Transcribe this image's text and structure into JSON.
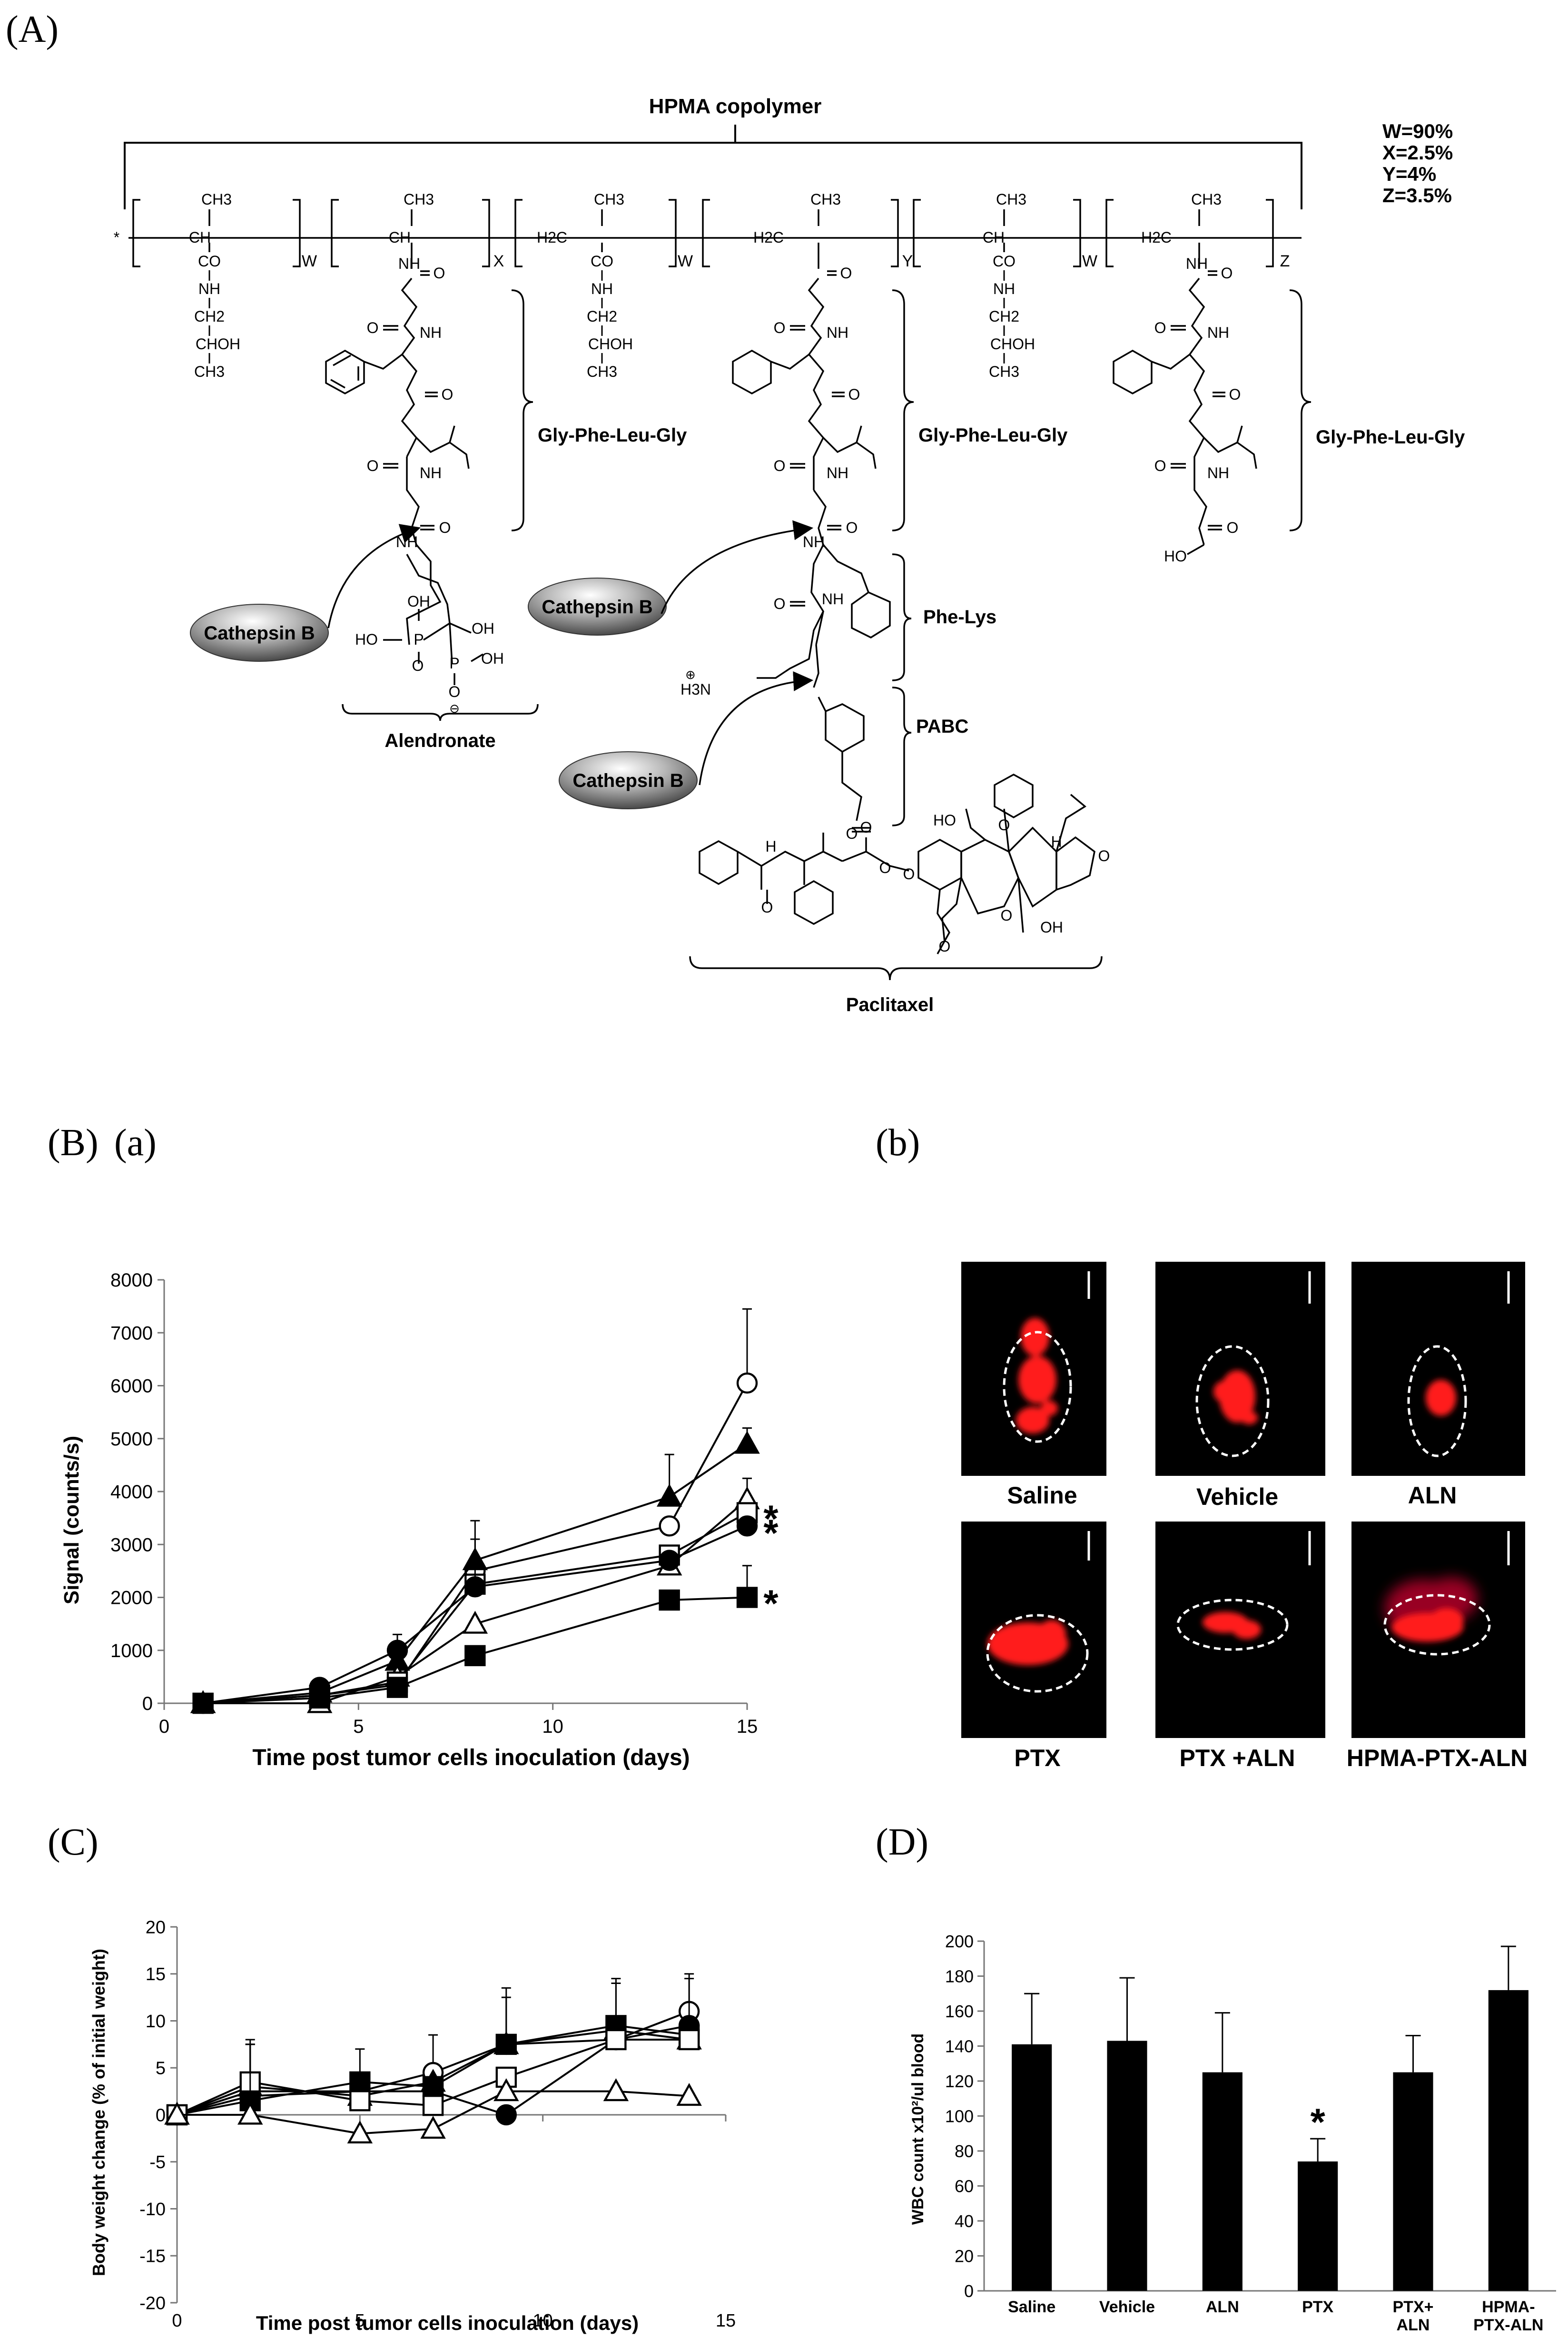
{
  "panels": {
    "A": {
      "label": "(A)"
    },
    "B": {
      "label": "(B)",
      "sub_a": "(a)",
      "sub_b": "(b)"
    },
    "C": {
      "label": "(C)"
    },
    "D": {
      "label": "(D)"
    }
  },
  "scheme": {
    "copolymer_label": "HPMA copolymer",
    "composition": [
      "W=90%",
      "X=2.5%",
      "Y=4%",
      "Z=3.5%"
    ],
    "subscripts": [
      "W",
      "X",
      "W",
      "Y",
      "W",
      "Z"
    ],
    "linker_label": "Gly-Phe-Leu-Gly",
    "dipeptide_label": "Phe-Lys",
    "spacer_label": "PABC",
    "enzyme_label": "Cathepsin B",
    "bisphosphonate_label": "Alendronate",
    "drug_label": "Paclitaxel",
    "atoms": {
      "ch3": "CH3",
      "co": "CO",
      "nh": "NH",
      "ch2": "CH2",
      "choh": "CHOH",
      "h2c": "H2C",
      "o": "O",
      "oh": "OH",
      "ho": "HO",
      "h3n": "H3N",
      "h": "H",
      "p": "P",
      "hop": "HO-P",
      "ch": "CH",
      "c": "C",
      "star": "*"
    }
  },
  "chart_B": {
    "xlabel": "Time post tumor cells inoculation (days)",
    "ylabel": "Signal  (counts/s)",
    "significance": "*"
  },
  "images_B": {
    "labels": [
      "Saline",
      "Vehicle",
      "ALN",
      "PTX",
      "PTX +ALN",
      "HPMA-PTX-ALN"
    ]
  },
  "chart_C": {
    "xlabel": "Time post tumor cells inoculation (days)",
    "ylabel": "Body weight change (% of initial weight)"
  },
  "chart_D": {
    "ylabel": "WBC count x10²/ul blood",
    "significance": "*",
    "category_labels": [
      [
        "Saline"
      ],
      [
        "Vehicle"
      ],
      [
        "ALN"
      ],
      [
        "PTX"
      ],
      [
        "PTX+",
        "ALN"
      ],
      [
        "HPMA-",
        "PTX-ALN"
      ]
    ]
  },
  "chart_data": [
    {
      "type": "line",
      "panel": "B(a)",
      "xlabel": "Time post tumor cells inoculation (days)",
      "ylabel": "Signal  (counts/s)",
      "xlim": [
        0,
        15
      ],
      "ylim": [
        0,
        8000
      ],
      "xticks": [
        0,
        5,
        10,
        15
      ],
      "yticks": [
        0,
        1000,
        2000,
        3000,
        4000,
        5000,
        6000,
        7000,
        8000
      ],
      "x": [
        1,
        4,
        6,
        8,
        13,
        15
      ],
      "series": [
        {
          "marker": "open-circle",
          "values": [
            0,
            150,
            350,
            2500,
            3350,
            6050
          ],
          "error": [
            0,
            0,
            0,
            0,
            0,
            1400
          ]
        },
        {
          "marker": "filled-triangle",
          "values": [
            0,
            200,
            800,
            2700,
            3900,
            4900
          ],
          "error": [
            0,
            0,
            0,
            750,
            800,
            300
          ]
        },
        {
          "marker": "open-triangle",
          "values": [
            0,
            0,
            500,
            1500,
            2600,
            3850
          ],
          "error": [
            0,
            0,
            0,
            0,
            0,
            400
          ]
        },
        {
          "marker": "open-square",
          "values": [
            0,
            150,
            400,
            2250,
            2800,
            3600
          ],
          "error": [
            0,
            0,
            0,
            0,
            0,
            0
          ]
        },
        {
          "marker": "filled-circle",
          "values": [
            0,
            300,
            1000,
            2200,
            2700,
            3350
          ],
          "error": [
            0,
            0,
            300,
            900,
            0,
            0
          ]
        },
        {
          "marker": "filled-square",
          "values": [
            0,
            100,
            300,
            900,
            1950,
            2000
          ],
          "error": [
            0,
            0,
            0,
            0,
            0,
            600
          ]
        }
      ],
      "annotations": [
        "*",
        "*",
        "*"
      ]
    },
    {
      "type": "line",
      "panel": "C",
      "xlabel": "Time post tumor cells inoculation (days)",
      "ylabel": "Body weight change (% of initial weight)",
      "xlim": [
        0,
        15
      ],
      "ylim": [
        -20,
        20
      ],
      "xticks": [
        0,
        5,
        10,
        15
      ],
      "yticks": [
        -20,
        -15,
        -10,
        -5,
        0,
        5,
        10,
        15,
        20
      ],
      "x": [
        0,
        2,
        5,
        7,
        9,
        12,
        14
      ],
      "series": [
        {
          "marker": "open-circle",
          "values": [
            0,
            2.5,
            2.5,
            4.5,
            7.5,
            8.0,
            11.0
          ],
          "error": [
            0,
            5.0,
            0,
            4.0,
            6.0,
            0,
            4.0
          ]
        },
        {
          "marker": "filled-square",
          "values": [
            0,
            1.5,
            3.5,
            3.0,
            7.5,
            9.5,
            8.5
          ],
          "error": [
            0,
            0,
            3.5,
            0,
            5.0,
            5.0,
            0
          ]
        },
        {
          "marker": "filled-circle",
          "values": [
            0,
            2.0,
            2.5,
            2.5,
            0,
            8.0,
            9.5
          ],
          "error": [
            0,
            0,
            0,
            0,
            0,
            0,
            5.0
          ]
        },
        {
          "marker": "filled-triangle",
          "values": [
            0,
            3.0,
            2.0,
            3.5,
            7.5,
            9.0,
            8.0
          ],
          "error": [
            0,
            5.0,
            0,
            0,
            0,
            0,
            0
          ]
        },
        {
          "marker": "open-square",
          "values": [
            0,
            3.5,
            1.5,
            1.0,
            4.0,
            8.0,
            8.0
          ],
          "error": [
            0,
            4.0,
            0,
            0,
            0,
            6.0,
            0
          ]
        },
        {
          "marker": "open-triangle",
          "values": [
            0,
            0,
            -2.0,
            -1.5,
            2.5,
            2.5,
            2.0
          ],
          "error": [
            0,
            7.5,
            0,
            0,
            0,
            0,
            0
          ]
        }
      ]
    },
    {
      "type": "bar",
      "panel": "D",
      "ylabel": "WBC count x10²/ul blood",
      "categories": [
        "Saline",
        "Vehicle",
        "ALN",
        "PTX",
        "PTX+ ALN",
        "HPMA- PTX-ALN"
      ],
      "values": [
        141,
        143,
        125,
        74,
        125,
        172
      ],
      "errors": [
        29,
        36,
        34,
        13,
        21,
        25
      ],
      "ylim": [
        0,
        200
      ],
      "yticks": [
        0,
        20,
        40,
        60,
        80,
        100,
        120,
        140,
        160,
        180,
        200
      ],
      "annotations": [
        {
          "category": "PTX",
          "text": "*"
        }
      ]
    }
  ]
}
